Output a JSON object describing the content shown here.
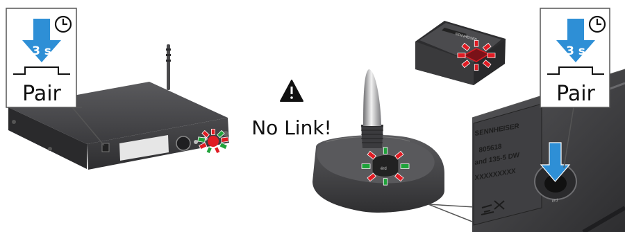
{
  "callouts": [
    {
      "time": "3 s",
      "action": "Pair",
      "timer_icon": "clock-icon",
      "press_icon": "down-arrow-icon"
    },
    {
      "time": "3 s",
      "action": "Pair",
      "timer_icon": "clock-icon",
      "press_icon": "down-arrow-icon"
    }
  ],
  "warning": {
    "icon": "warning-triangle-icon",
    "text": "No Link!"
  },
  "labels": {
    "brand": "SENNHEISER",
    "serial": "805618",
    "band": "and 135-5 DW",
    "placeholder": "XXXXXXXXX",
    "pair_button": "érd"
  },
  "colors": {
    "arrow_blue": "#2e8fd6",
    "led_red": "#e01c24",
    "led_green": "#1fa23a",
    "device_dark": "#3a3a3c"
  },
  "leds": [
    {
      "device": "receiver",
      "ring": [
        "red",
        "green",
        "red",
        "green",
        "red",
        "green",
        "red",
        "green",
        "red"
      ]
    },
    {
      "device": "base-top",
      "ring": [
        "red",
        "red",
        "red",
        "red",
        "red",
        "red",
        "red",
        "red"
      ]
    },
    {
      "device": "gooseneck-base",
      "ring": [
        "green",
        "red",
        "green",
        "red",
        "green",
        "red",
        "green",
        "red"
      ]
    }
  ]
}
